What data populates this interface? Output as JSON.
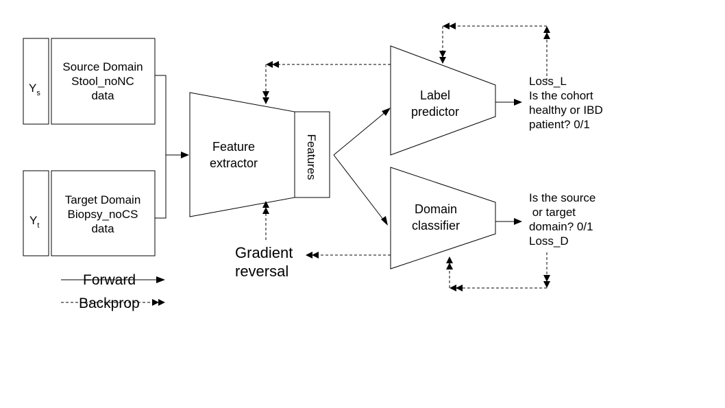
{
  "source_box": {
    "y_label": "Y",
    "y_sub": "s",
    "lines": [
      "Source Domain",
      "Stool_noNC",
      "data"
    ]
  },
  "target_box": {
    "y_label": "Y",
    "y_sub": "t",
    "lines": [
      "Target Domain",
      "Biopsy_noCS",
      "data"
    ]
  },
  "feature_extractor": {
    "lines": [
      "Feature",
      "extractor"
    ]
  },
  "features": {
    "label": "Features"
  },
  "label_predictor": {
    "lines": [
      "Label",
      "predictor"
    ]
  },
  "domain_classifier": {
    "lines": [
      "Domain",
      "classifier"
    ]
  },
  "label_output": {
    "lines": [
      "Loss_L",
      "Is the cohort",
      "healthy or IBD",
      "patient? 0/1"
    ]
  },
  "domain_output": {
    "lines": [
      "Is the source",
      " or target",
      "domain? 0/1",
      "Loss_D"
    ]
  },
  "gradient_reversal": {
    "lines": [
      "Gradient",
      "reversal"
    ]
  },
  "legend": {
    "forward": "Forward",
    "backprop": "Backprop"
  }
}
